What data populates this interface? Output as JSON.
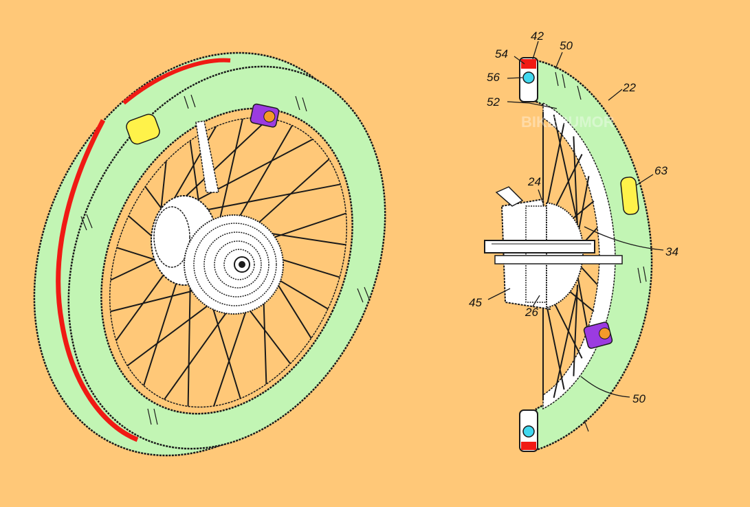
{
  "watermark": "BIKERUMOR",
  "labels": {
    "l42": "42",
    "l50_top": "50",
    "l54": "54",
    "l56": "56",
    "l52": "52",
    "l22": "22",
    "l24": "24",
    "l63": "63",
    "l34": "34",
    "l45": "45",
    "l26": "26",
    "l50_bottom": "50"
  },
  "colors": {
    "background": "#ffc878",
    "rim_fill": "#c2f5b4",
    "tire_stripe": "#f01a14",
    "sensor": "#fff24a",
    "valve": "#9b3be0",
    "bearing_cyan": "#40d8ef",
    "line": "#1a1a1a"
  }
}
